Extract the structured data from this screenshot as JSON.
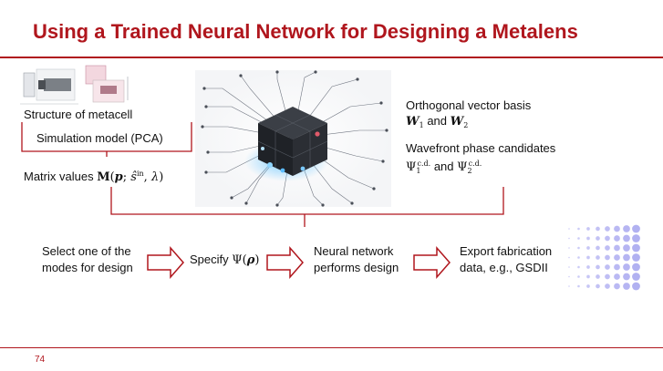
{
  "slide": {
    "title": "Using a Trained Neural Network for Designing a Metalens",
    "page_number": "74",
    "accent_color": "#b0161d"
  },
  "left_panel": {
    "structure_label": "Structure of metacell",
    "simulation_label": "Simulation model (PCA)",
    "matrix_label": "Matrix values"
  },
  "right_panel": {
    "basis_label": "Orthogonal vector basis",
    "basis_and": "and",
    "wavefront_label": "Wavefront phase candidates",
    "wavefront_and": "and"
  },
  "flow": {
    "step1_line1": "Select one of the",
    "step1_line2": "modes for design",
    "step2_label": "Specify",
    "step3_line1": "Neural network",
    "step3_line2": "performs design",
    "step4_line1": "Export fabrication",
    "step4_line2": "data, e.g., GSDII"
  },
  "icons": {
    "metacell": "metacell-structure-icon",
    "network": "neural-network-cube-image",
    "dots": "metalens-dot-pattern-icon"
  }
}
